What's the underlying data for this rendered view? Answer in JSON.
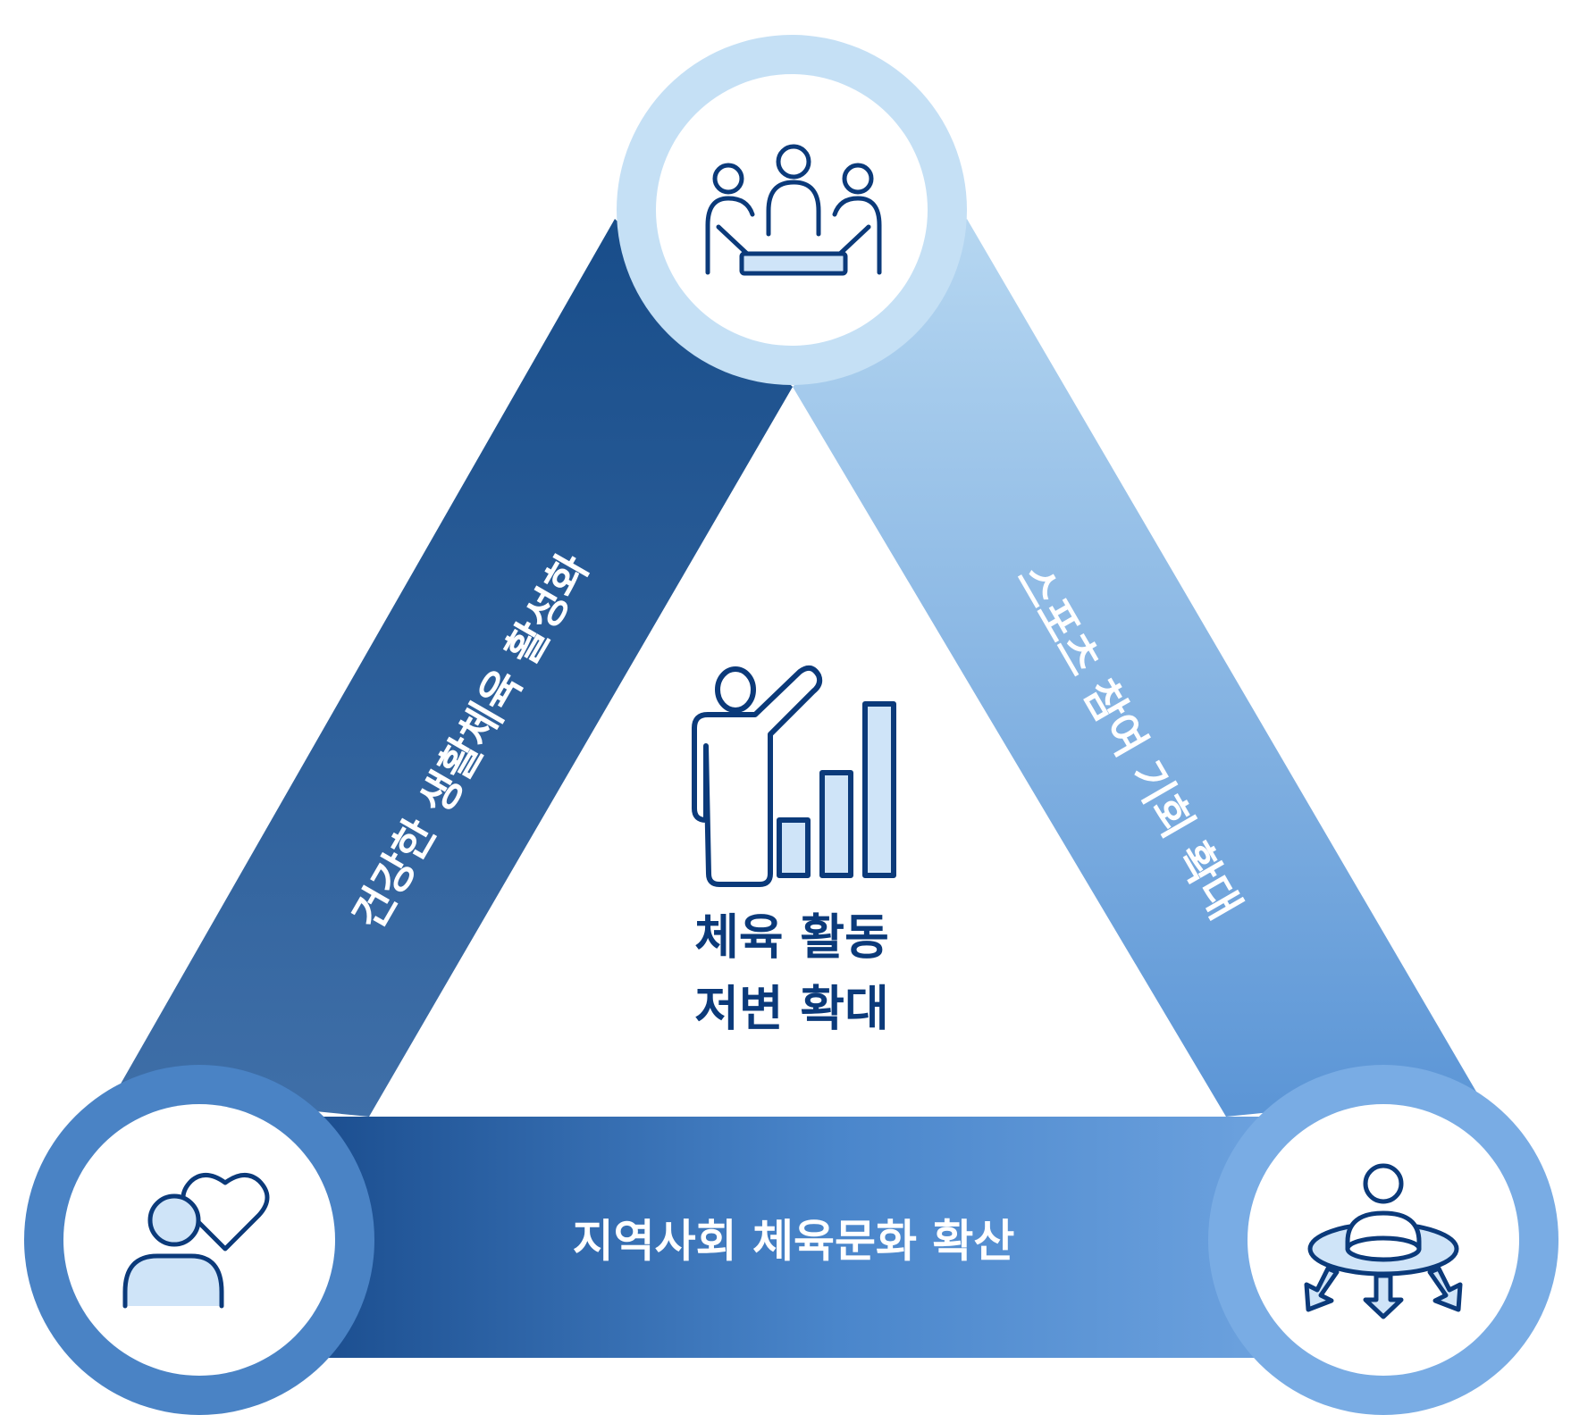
{
  "center": {
    "title_line1": "체육 활동",
    "title_line2": "저변 확대",
    "icon": "presenter-growth-chart-icon"
  },
  "bands": {
    "left": "건강한 생활체육 활성화",
    "right": "스포츠 참여 기회 확대",
    "bottom": "지역사회 체육문화 확산"
  },
  "nodes": {
    "top_icon": "team-meeting-icon",
    "bottom_left_icon": "person-heart-icon",
    "bottom_right_icon": "person-expansion-arrows-icon"
  },
  "colors": {
    "dark_blue": "#1b4f8e",
    "mid_blue": "#4a86c8",
    "light_blue": "#a9cfee",
    "icon_stroke": "#0b3a7a",
    "icon_fill": "#cfe4f8",
    "white": "#ffffff"
  }
}
